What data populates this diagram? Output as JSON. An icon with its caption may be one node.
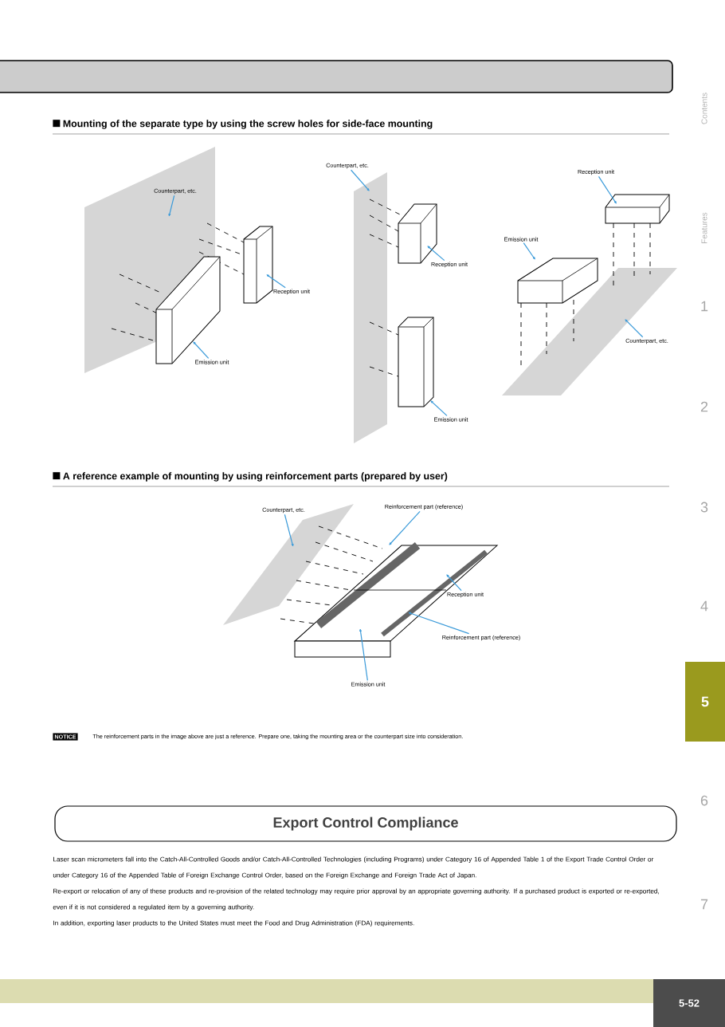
{
  "diagram": {
    "nodes": [
      {
        "text": [
          "Counterpart, etc."
        ]
      },
      {
        "text": [
          "Reception unit"
        ]
      },
      {
        "text": [
          "Emission unit"
        ]
      },
      {
        "text": [
          "Counterpart, etc."
        ]
      },
      {
        "text": [
          "Reception unit"
        ]
      },
      {
        "text": [
          "Emission unit"
        ]
      },
      {
        "text": [
          "Reception unit"
        ]
      },
      {
        "text": [
          "Emission unit"
        ]
      },
      {
        "text": [
          "Counterpart, etc."
        ]
      },
      {
        "text": [
          "Counterpart, etc."
        ]
      },
      {
        "text": [
          "Reinforcement part (reference)"
        ]
      },
      {
        "text": [
          "Reception unit"
        ]
      },
      {
        "text": [
          "Reinforcement part (reference)"
        ]
      },
      {
        "text": [
          "Emission unit"
        ]
      },
      {
        "text": [
          "NOTICE"
        ]
      },
      {
        "text": [
          "Export Control Compliance"
        ]
      },
      {
        "text": [
          "5"
        ]
      },
      {
        "text": [
          "5-52"
        ]
      }
    ],
    "edges": [
      {
        "from": 0,
        "to": null,
        "arrow": "to"
      },
      {
        "from": 1,
        "to": null,
        "arrow": "to"
      },
      {
        "from": 2,
        "to": null,
        "arrow": "to"
      },
      {
        "from": 3,
        "to": null,
        "arrow": "to"
      },
      {
        "from": 4,
        "to": null,
        "arrow": "to"
      },
      {
        "from": 5,
        "to": null,
        "arrow": "to"
      },
      {
        "from": 6,
        "to": null,
        "arrow": "to"
      },
      {
        "from": 7,
        "to": null,
        "arrow": "to"
      },
      {
        "from": 8,
        "to": null,
        "arrow": "to"
      },
      {
        "from": 9,
        "to": null,
        "arrow": "to"
      },
      {
        "from": 10,
        "to": null,
        "arrow": "to"
      },
      {
        "from": 11,
        "to": null,
        "arrow": "to"
      },
      {
        "from": 12,
        "to": null,
        "arrow": "to"
      },
      {
        "from": 13,
        "to": null,
        "arrow": "to"
      }
    ],
    "labels": [
      "Mounting of the separate type by using the screw holes for side-face mounting",
      "A reference example of mounting by using reinforcement parts (prepared by user)",
      "The reinforcement parts in the image above are just a reference. Prepare one, taking the mounting area or the counterpart size into consideration.",
      "Laser scan micrometers fall into the Catch-All-Controlled Goods and/or Catch-All-Controlled Technologies (including Programs) under Category 16 of Appended Table 1 of the Export Trade Control Order or under Category 16 of the Appended Table of Foreign Exchange Control Order, based on the Foreign Exchange and Foreign Trade Act of Japan.",
      "Re-export or relocation of any of these products and re-provision of the related technology may require prior approval by an appropriate governing authority. If a purchased product is exported or re-exported, even if it is not considered a regulated item by a governing authority.",
      "In addition, exporting laser products to the United States must meet the Food and Drug Administration (FDA) requirements.",
      "Contents",
      "Features",
      "1",
      "2",
      "3",
      "4",
      "6",
      "7"
    ]
  }
}
